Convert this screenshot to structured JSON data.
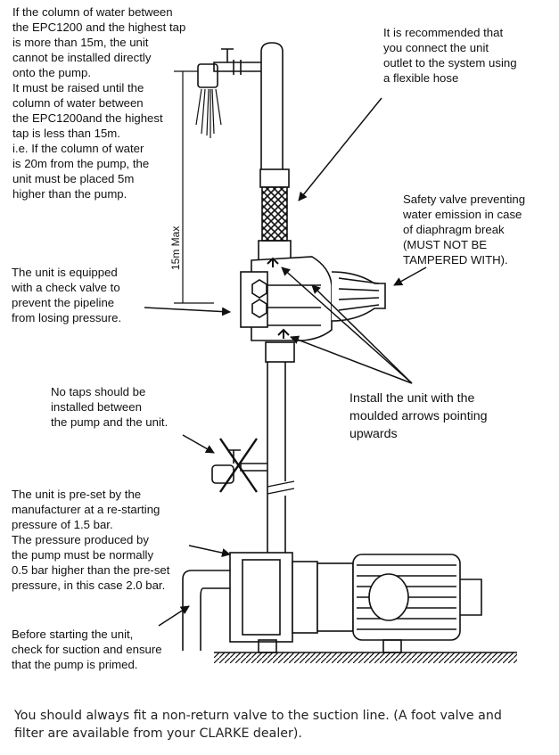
{
  "annotations": {
    "column_height": {
      "lines": [
        "If the column of water between",
        "the EPC1200 and the highest tap",
        "is more than 15m, the unit",
        "cannot be installed directly",
        "onto the pump.",
        "It must be raised until the",
        "column of water between",
        "the EPC1200and the highest",
        "tap is less than 15m.",
        "i.e. If the column of water",
        "is 20m from the pump, the",
        "unit must be placed 5m",
        "higher than the pump."
      ]
    },
    "flexible_hose": {
      "lines": [
        "It is recommended that",
        "you connect the unit",
        "outlet to the system using",
        "a flexible hose"
      ]
    },
    "safety_valve": {
      "lines": [
        "Safety valve preventing",
        "water emission in case",
        "of diaphragm break",
        "(MUST NOT BE",
        "TAMPERED WITH)."
      ]
    },
    "check_valve": {
      "lines": [
        "The unit is equipped",
        "with a check valve to",
        "prevent the pipeline",
        "from losing pressure."
      ]
    },
    "no_taps": {
      "lines": [
        "No taps should be",
        "installed between",
        "the pump and the unit."
      ]
    },
    "arrows_up": {
      "lines": [
        "Install the unit with the",
        "moulded arrows pointing",
        "upwards"
      ]
    },
    "preset": {
      "lines": [
        "The unit is pre-set by the",
        "manufacturer at a re-starting",
        "pressure of 1.5 bar.",
        "The pressure produced by",
        "the pump must be normally",
        "0.5 bar higher than the pre-set",
        "pressure, in this case 2.0 bar."
      ]
    },
    "priming": {
      "lines": [
        "Before starting the unit,",
        "check for suction and ensure",
        "that the pump is primed."
      ]
    }
  },
  "dimension_label": "15m Max",
  "footer": {
    "lines": [
      "You should always fit a non-return valve to the suction line. (A foot valve and",
      "filter are available from your CLARKE dealer)."
    ]
  }
}
